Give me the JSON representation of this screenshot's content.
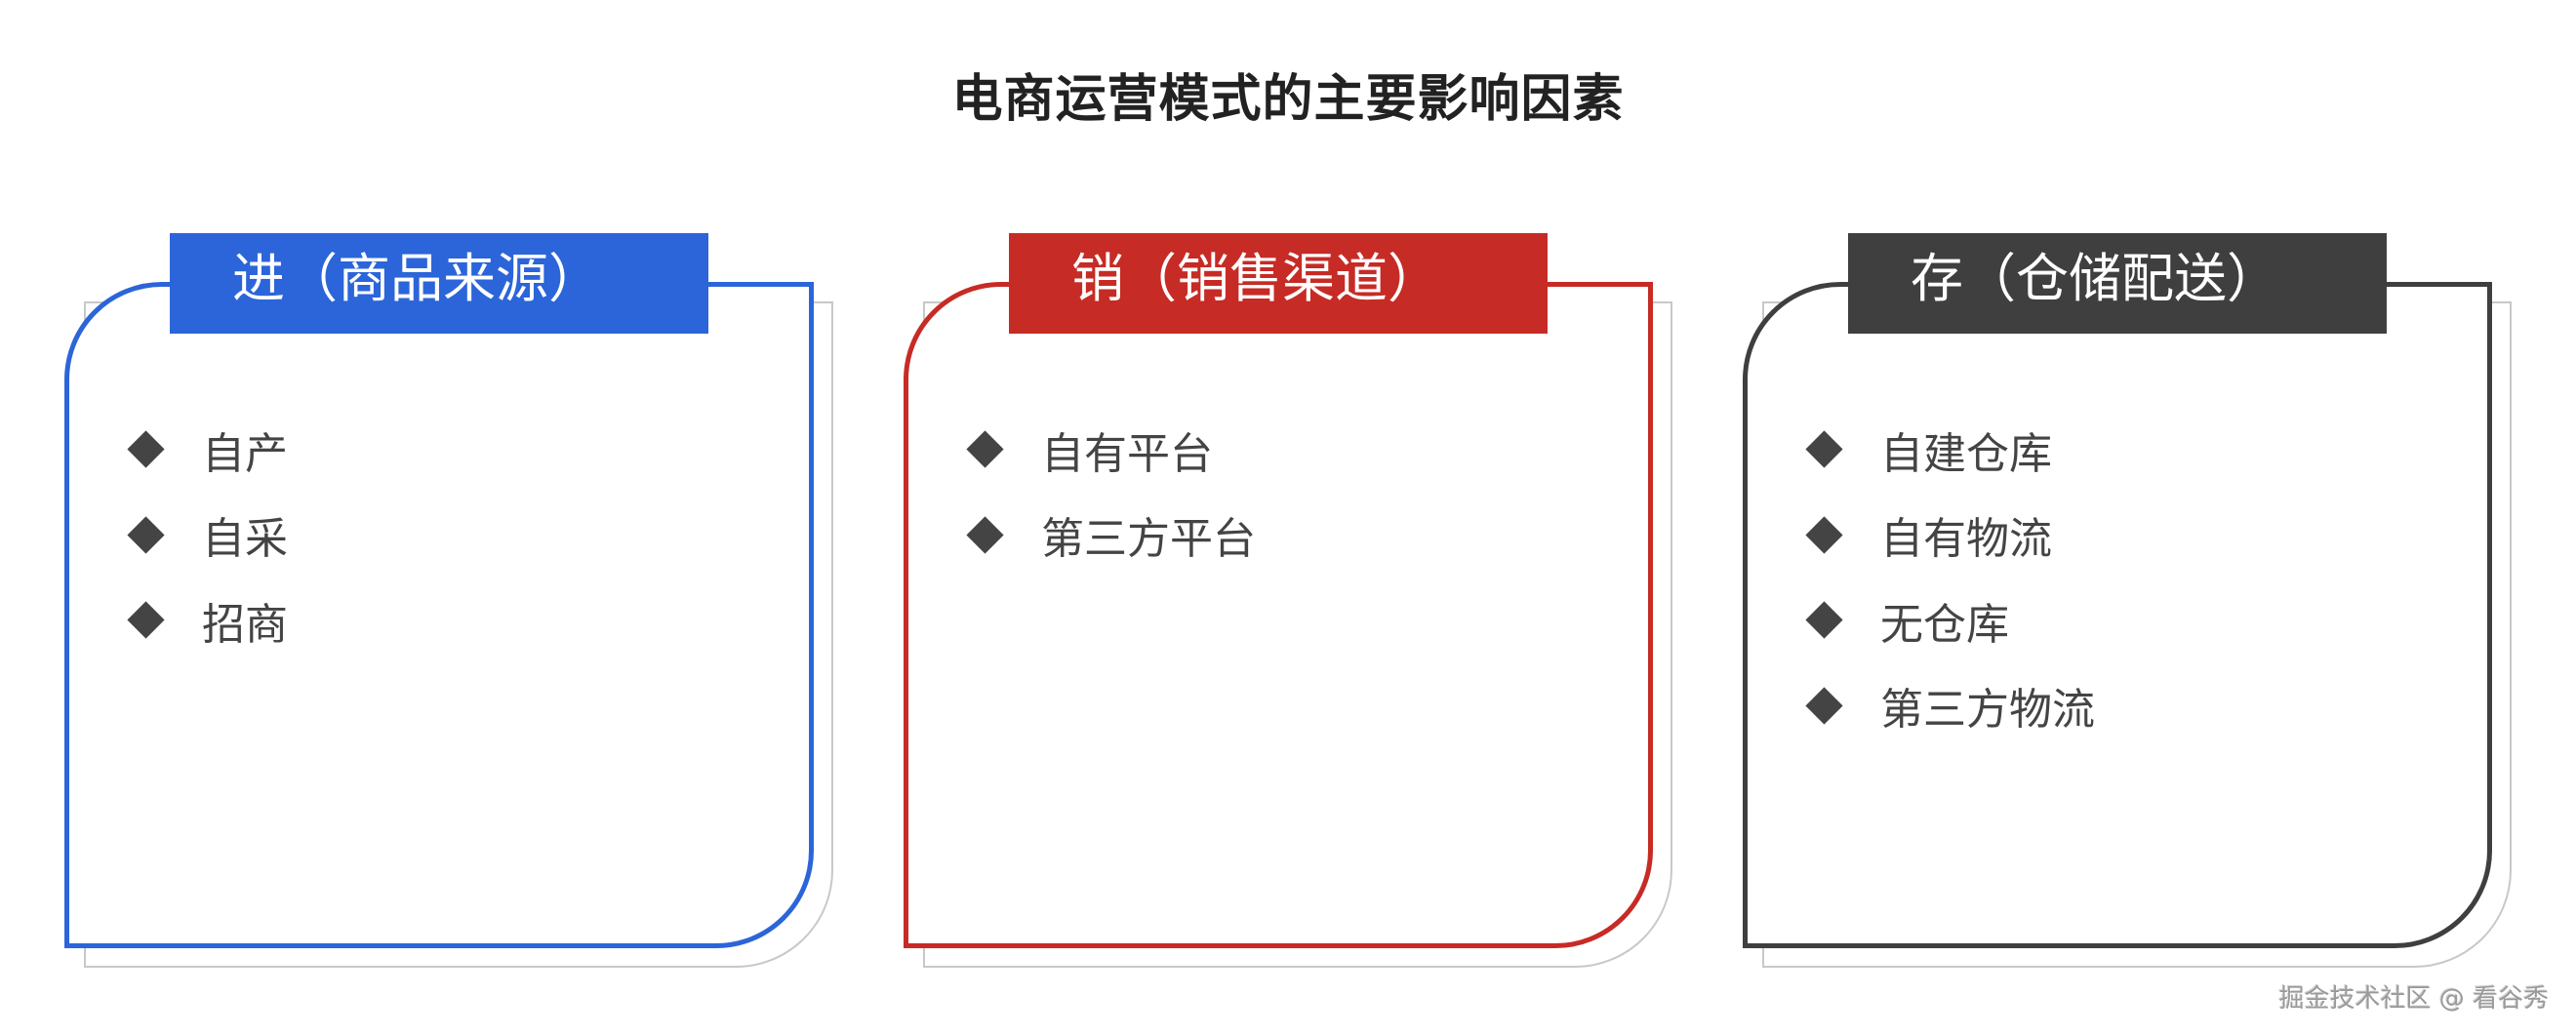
{
  "title": "电商运营模式的主要影响因素",
  "cards": [
    {
      "header": "进（商品来源）",
      "color": "#2b65d9",
      "items": [
        "自产",
        "自采",
        "招商"
      ]
    },
    {
      "header": "销（销售渠道）",
      "color": "#c72b25",
      "items": [
        "自有平台",
        "第三方平台"
      ]
    },
    {
      "header": "存（仓储配送）",
      "color": "#3f3f3f",
      "items": [
        "自建仓库",
        "自有物流",
        "无仓库",
        "第三方物流"
      ]
    }
  ],
  "bullet_icon": "diamond-bullet",
  "watermark": "掘金技术社区 @ 看谷秀"
}
